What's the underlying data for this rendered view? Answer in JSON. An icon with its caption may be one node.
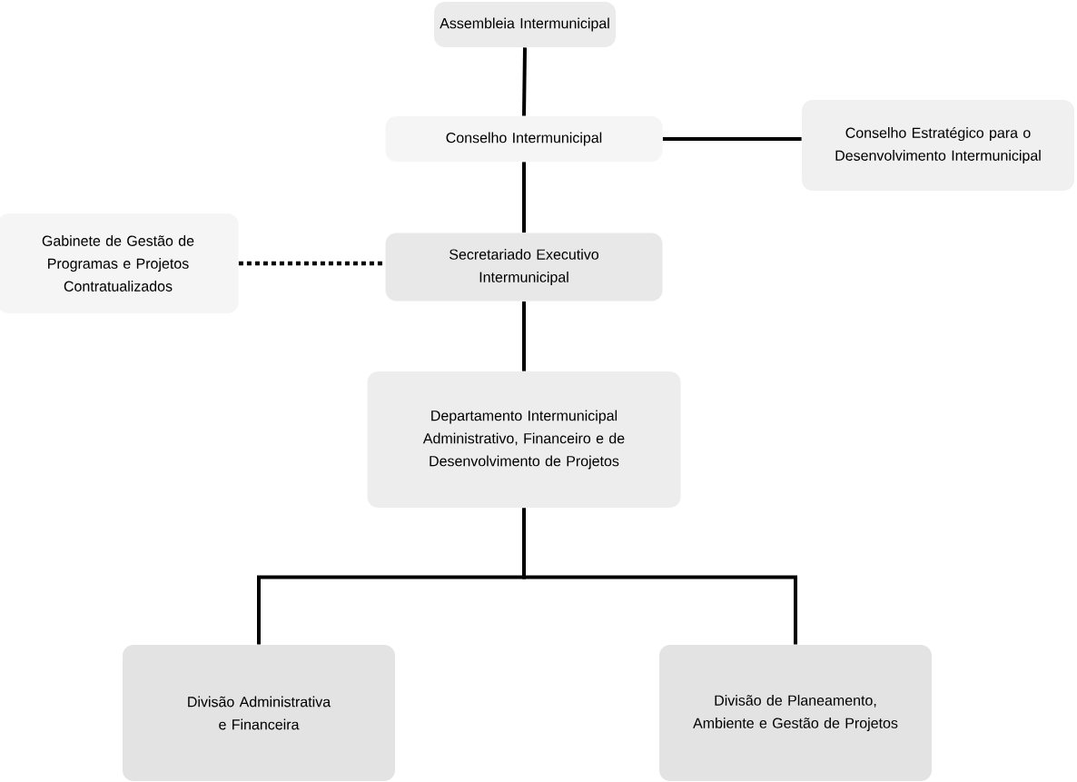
{
  "diagram": {
    "nodes": [
      {
        "text": [
          "Assembleia Intermunicipal"
        ]
      },
      {
        "text": [
          "Conselho Intermunicipal"
        ]
      },
      {
        "text": [
          "Conselho Estratégico para o Desenvolvimento Intermunicipal"
        ]
      },
      {
        "text": [
          "Gabinete de Gestão de Programas e Projetos Contratualizados"
        ]
      },
      {
        "text": [
          "Secretariado Executivo Intermunicipal"
        ]
      },
      {
        "text": [
          "Departamento Intermunicipal Administrativo, Financeiro e de Desenvolvimento de Projetos"
        ]
      },
      {
        "text": [
          "Divisão Administrativa e Financeira"
        ]
      },
      {
        "text": [
          "Divisão de Planeamento, Ambiente e Gestão de Projetos"
        ]
      }
    ],
    "edges": [
      {
        "from": 0,
        "to": 1,
        "arrow": "none"
      },
      {
        "from": 1,
        "to": 2,
        "arrow": "none"
      },
      {
        "from": 1,
        "to": 4,
        "arrow": "none"
      },
      {
        "from": 3,
        "to": 4,
        "arrow": "none",
        "style": "dashed"
      },
      {
        "from": 4,
        "to": 5,
        "arrow": "none"
      },
      {
        "from": 5,
        "to": 6,
        "arrow": "none"
      },
      {
        "from": 5,
        "to": 7,
        "arrow": "none"
      }
    ]
  }
}
